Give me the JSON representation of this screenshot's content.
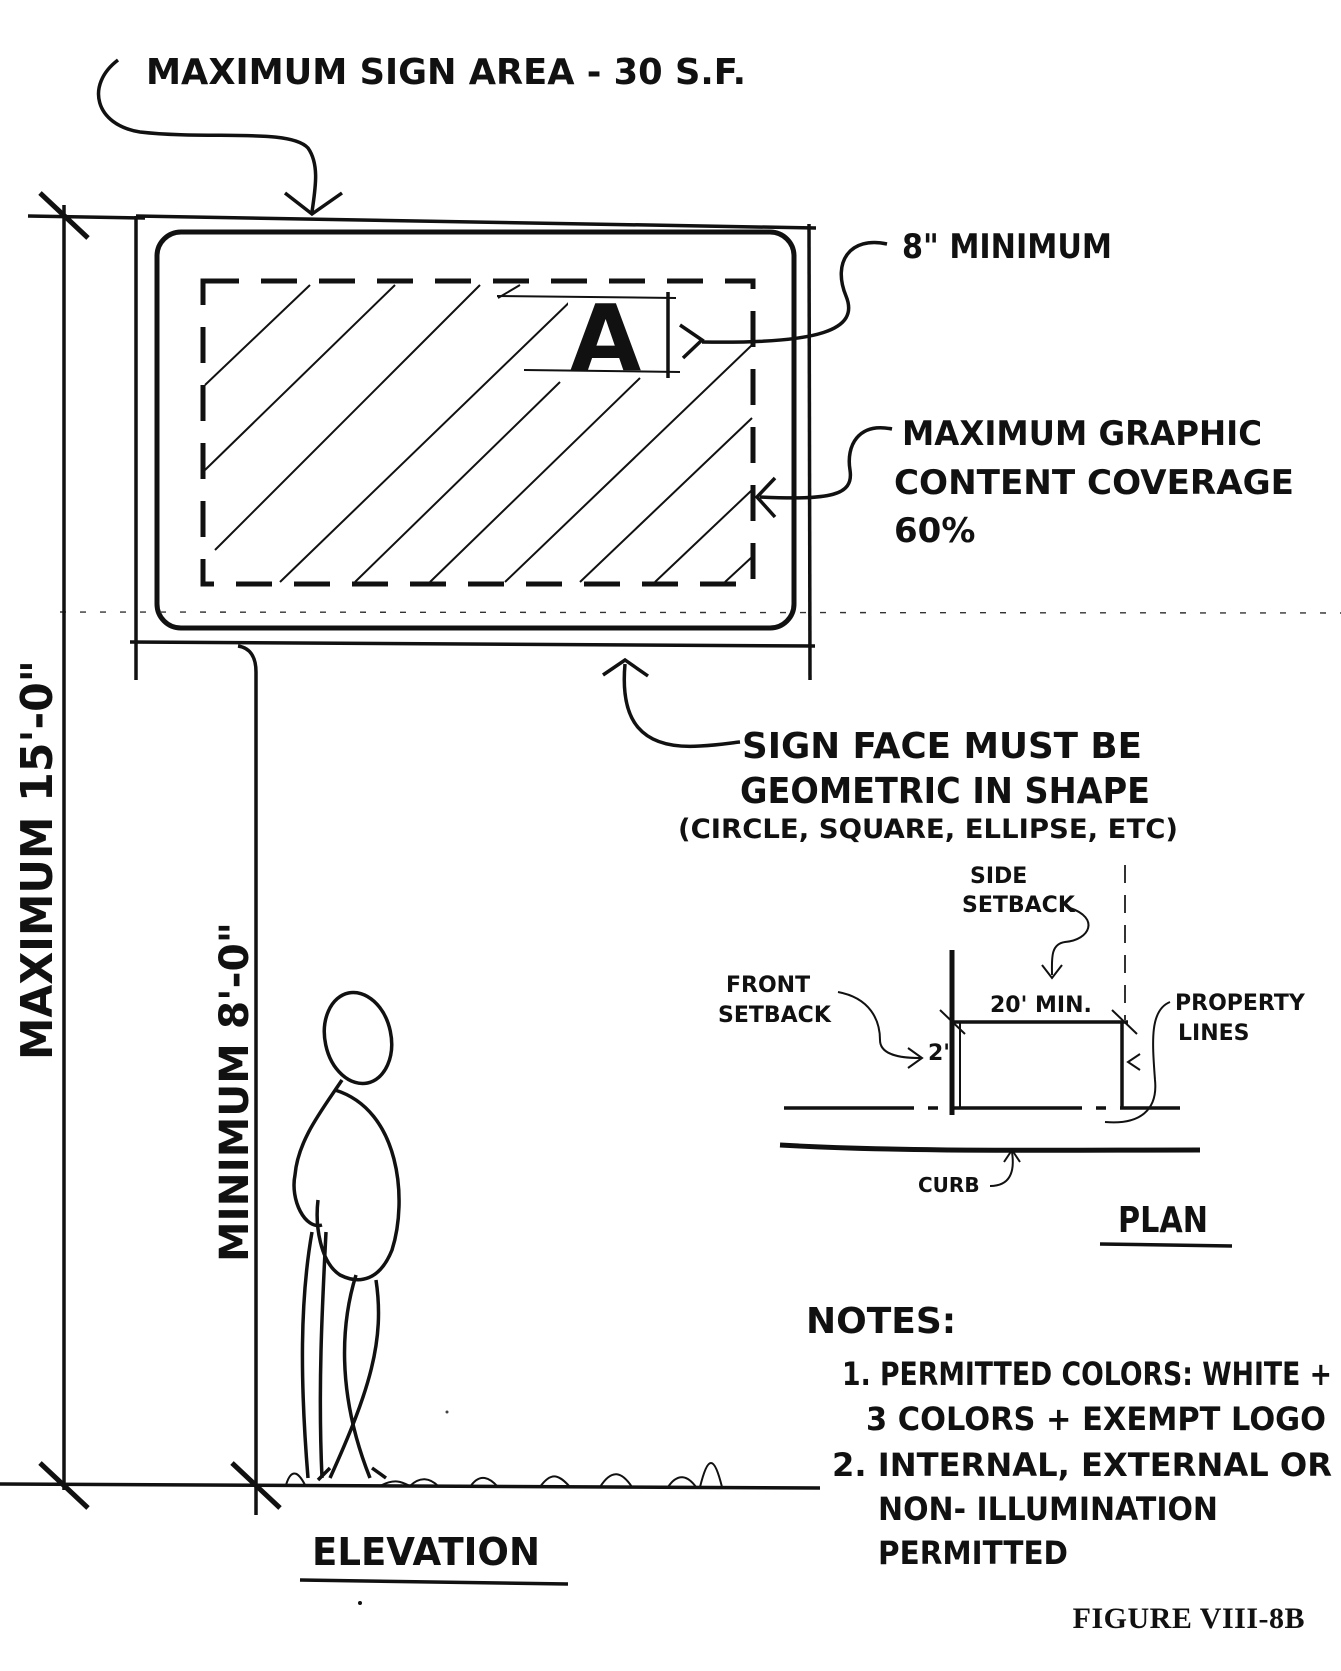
{
  "labels": {
    "max_sign_area": "MAXIMUM SIGN AREA - 30 S.F.",
    "letter_min_height": "8\" MINIMUM",
    "letter_sample": "A",
    "graphic_coverage": [
      "MAXIMUM GRAPHIC",
      "CONTENT COVERAGE",
      "60%"
    ],
    "sign_face_shape": [
      "SIGN FACE MUST BE",
      "GEOMETRIC IN SHAPE",
      "(CIRCLE, SQUARE, ELLIPSE, ETC)"
    ],
    "max_height": "MAXIMUM 15'-0\"",
    "min_clearance": "MINIMUM 8'-0\"",
    "elevation": "ELEVATION",
    "plan": "PLAN",
    "side_setback": [
      "SIDE",
      "SETBACK"
    ],
    "front_setback": [
      "FRONT",
      "SETBACK"
    ],
    "property_lines": [
      "PROPERTY",
      "LINES"
    ],
    "side_dimension": "20' MIN.",
    "front_dimension": "2'",
    "curb": "CURB"
  },
  "notes": {
    "heading": "NOTES:",
    "items": [
      [
        "1. PERMITTED COLORS: WHITE +",
        "3 COLORS + EXEMPT LOGO"
      ],
      [
        "2. INTERNAL, EXTERNAL OR",
        "NON- ILLUMINATION",
        "PERMITTED"
      ]
    ]
  },
  "figure_caption": "FIGURE VIII-8B"
}
